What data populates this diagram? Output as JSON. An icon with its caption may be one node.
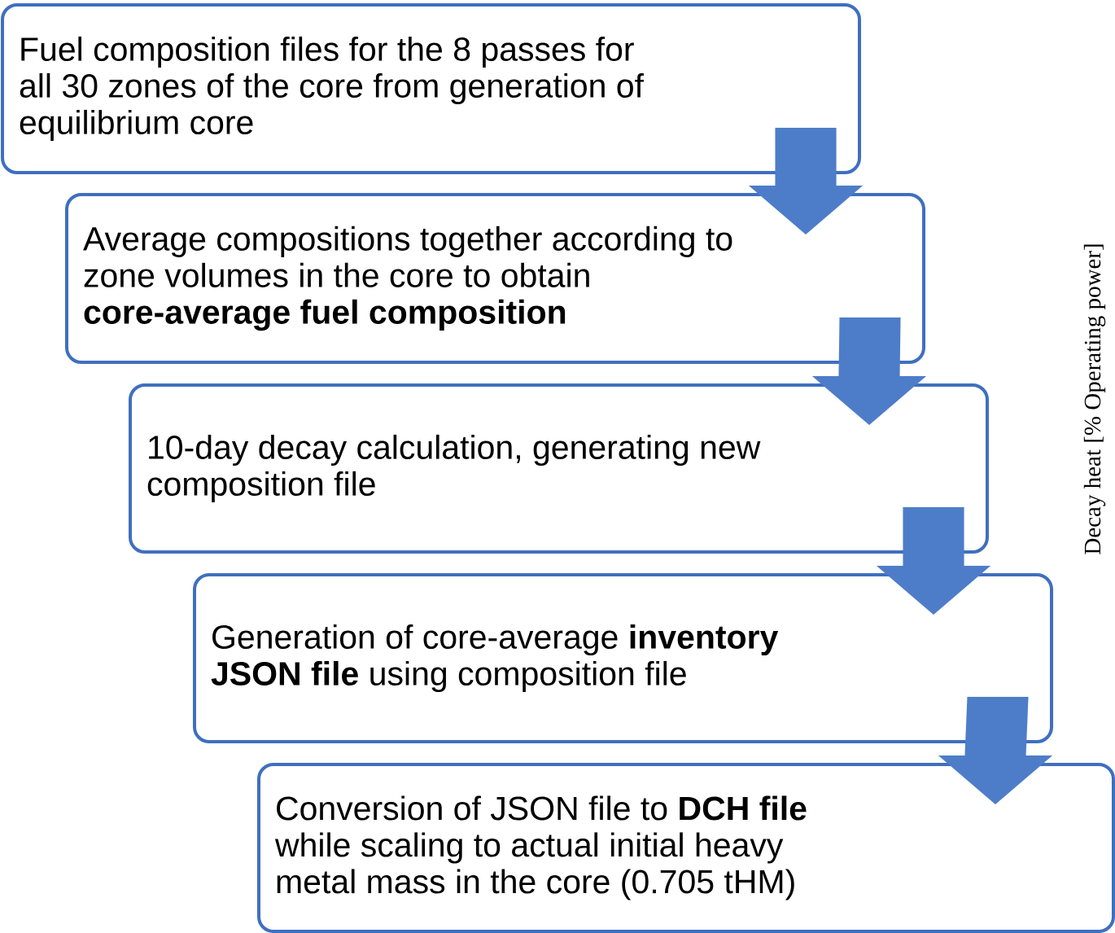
{
  "diagram": {
    "nodes": [
      {
        "text": [
          "Fuel composition files for the 8 passes for all 30 zones of the core from generation of equilibrium core"
        ]
      },
      {
        "text": [
          "Average compositions together according to zone volumes in the core to obtain **core-average fuel composition**"
        ]
      },
      {
        "text": [
          "10-day decay calculation, generating new composition file"
        ]
      },
      {
        "text": [
          "Generation of core-average **inventory JSON file** using composition file"
        ]
      },
      {
        "text": [
          "Conversion of JSON file to **DCH file** while scaling to actual initial heavy metal mass in the core (0.705 tHM)"
        ]
      }
    ],
    "edges": [
      {
        "from": 0,
        "to": 1,
        "arrow": "to"
      },
      {
        "from": 1,
        "to": 2,
        "arrow": "to"
      },
      {
        "from": 2,
        "to": 3,
        "arrow": "to"
      },
      {
        "from": 3,
        "to": 4,
        "arrow": "to"
      }
    ],
    "labels": [
      "Decay heat [% Operating power]"
    ]
  }
}
